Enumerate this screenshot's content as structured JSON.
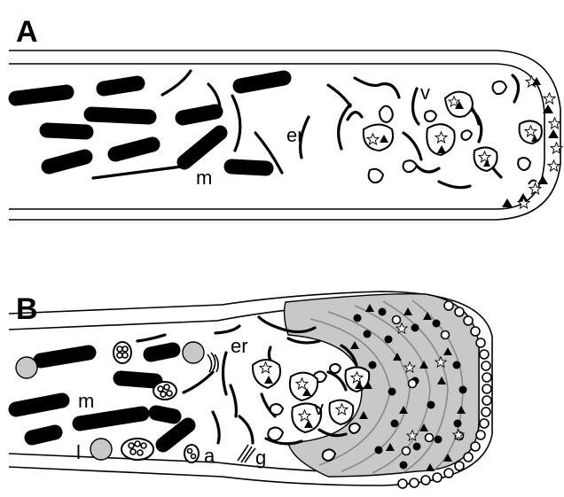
{
  "panels": [
    {
      "letter": "A",
      "labels": {
        "v": "v",
        "er": "er",
        "m": "m"
      }
    },
    {
      "letter": "B",
      "labels": {
        "er": "er",
        "m": "m",
        "l": "l",
        "v": "v",
        "a": "a",
        "g": "g"
      }
    }
  ]
}
